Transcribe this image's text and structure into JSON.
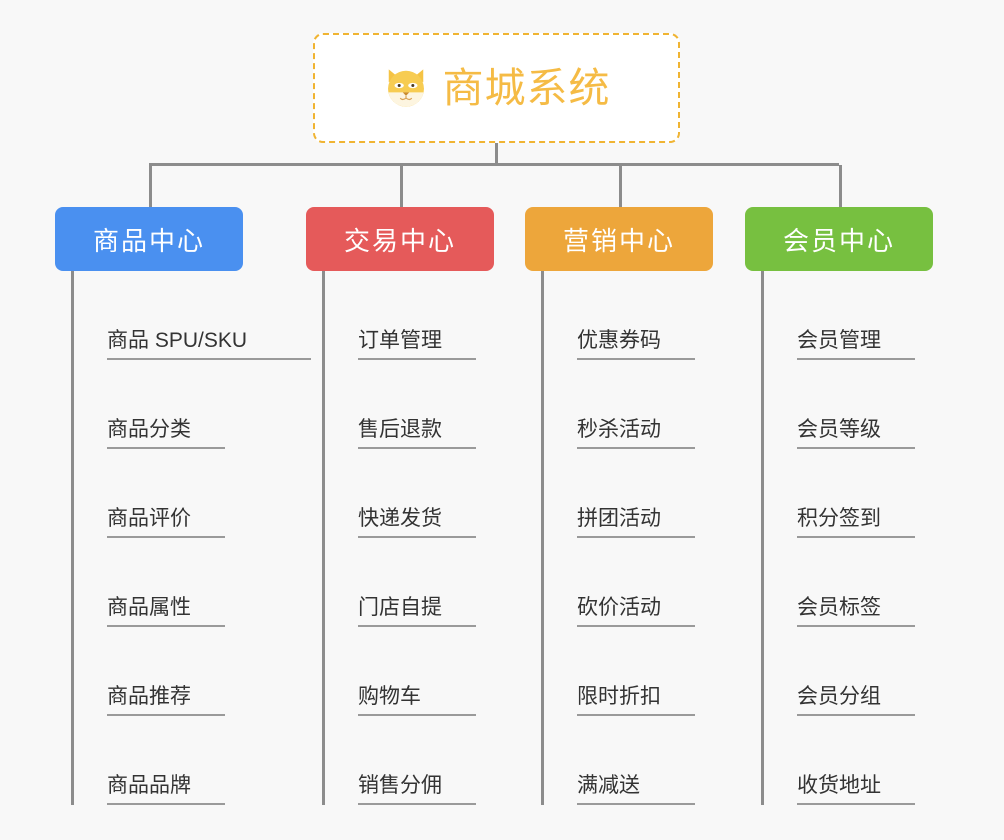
{
  "background_color": "#f8f8f8",
  "root": {
    "title": "商城系统",
    "icon": "shiba-dog-face-icon",
    "border_color": "#f0b432",
    "text_color": "#f5bb45"
  },
  "connector_color": "#8c8c8c",
  "branches": [
    {
      "label": "商品中心",
      "color": "#4a90f0",
      "items": [
        "商品 SPU/SKU",
        "商品分类",
        "商品评价",
        "商品属性",
        "商品推荐",
        "商品品牌"
      ]
    },
    {
      "label": "交易中心",
      "color": "#e55a5a",
      "items": [
        "订单管理",
        "售后退款",
        "快递发货",
        "门店自提",
        "购物车",
        "销售分佣"
      ]
    },
    {
      "label": "营销中心",
      "color": "#eda63b",
      "items": [
        "优惠券码",
        "秒杀活动",
        "拼团活动",
        "砍价活动",
        "限时折扣",
        "满减送"
      ]
    },
    {
      "label": "会员中心",
      "color": "#77c040",
      "items": [
        "会员管理",
        "会员等级",
        "积分签到",
        "会员标签",
        "会员分组",
        "收货地址"
      ]
    }
  ]
}
